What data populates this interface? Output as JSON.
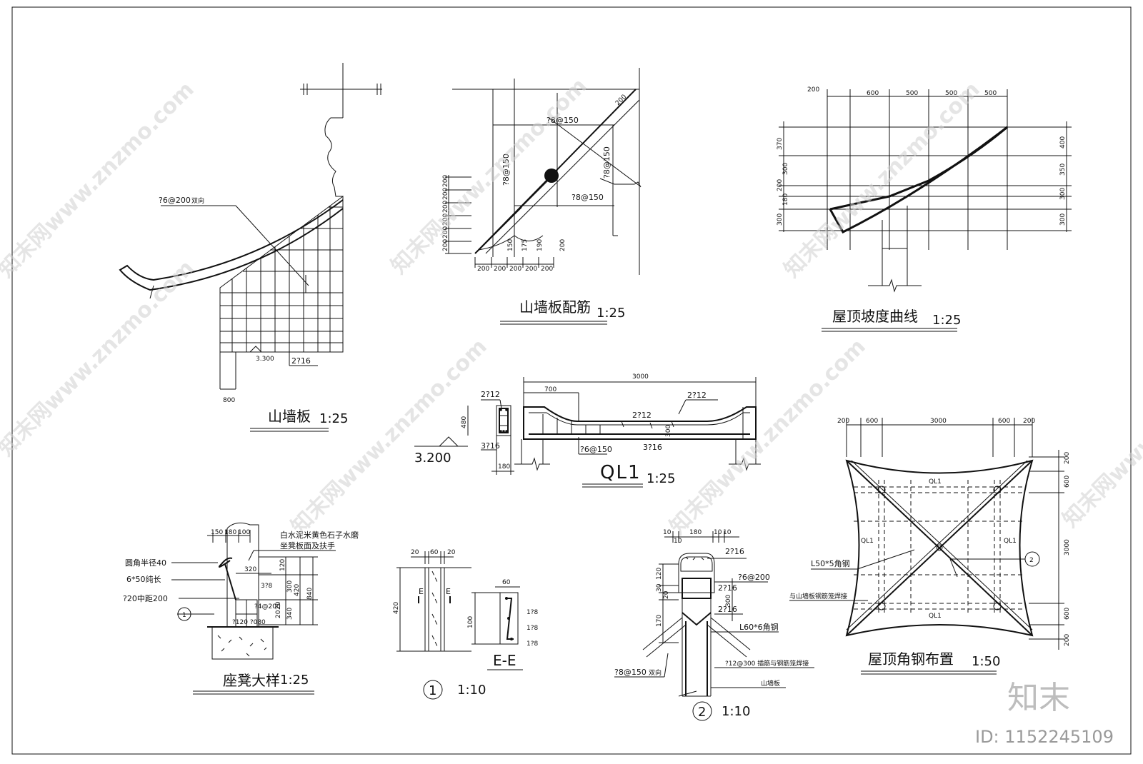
{
  "titles": {
    "gable": "山墙板",
    "gable_scale": "1:25",
    "gable_rebar": "山墙板配筋",
    "gable_rebar_scale": "1:25",
    "roof_curve": "屋顶坡度曲线",
    "roof_curve_scale": "1:25",
    "ql1": "QL1",
    "ql1_scale": "1:25",
    "bench": "座凳大样",
    "bench_scale": "1:25",
    "d1_num": "1",
    "d1_scale": "1:10",
    "ee": "E-E",
    "d2_num": "2",
    "d2_scale": "1:10",
    "roof_steel": "屋顶角钢布置",
    "roof_steel_scale": "1:50"
  },
  "gable": {
    "rebar": "?6@200",
    "rebar_note": "双向",
    "bar": "2?16",
    "elev": "3.300",
    "dim": "800"
  },
  "gable_rebar": {
    "r1": "?8@150",
    "r2": "?8@150",
    "r3": "?8@150",
    "r4": "?8@150",
    "top": "200",
    "left_dims": [
      "200",
      "200",
      "200",
      "200",
      "200",
      "200"
    ],
    "bottom_dims": [
      "200",
      "200",
      "200",
      "200",
      "200"
    ],
    "inner_dims": [
      "150",
      "175",
      "190",
      "200"
    ]
  },
  "roof_curve": {
    "top_first": "200",
    "top_dims": [
      "600",
      "500",
      "500",
      "500"
    ],
    "left_dims": [
      "370",
      "300",
      "200",
      "180",
      "300"
    ],
    "right_dims": [
      "400",
      "350",
      "300",
      "300"
    ]
  },
  "ql1": {
    "total": "3000",
    "left": "700",
    "b1": "2?12",
    "b2": "2?12",
    "b3": "2?12",
    "stir": "?6@150",
    "bot1": "3?16",
    "bot2": "3?16",
    "h1": "480",
    "h2": "300",
    "w": "180",
    "elev": "3.200"
  },
  "bench": {
    "note1": "白水泥米黄色石子水磨",
    "note2": "坐凳板面及扶手",
    "n_radius": "圆角半径40",
    "n_steel": "6*50纯长",
    "n_rebar": "?20中距200",
    "top_dims": [
      "150",
      "180",
      "100"
    ],
    "d320": "320",
    "d378": "3?8",
    "d14200": "?4@200",
    "d120": "?120 ?080",
    "right_dims": [
      "120",
      "300",
      "340",
      "840",
      "420"
    ],
    "sub_dims": [
      "20",
      "20"
    ],
    "detail_ref": "1"
  },
  "detail1": {
    "top_dims": [
      "20",
      "60",
      "20"
    ],
    "h": "420",
    "cut_left": "E",
    "cut_right": "E",
    "ee_w": "60",
    "ee_h": "100",
    "ee_bars": [
      "1?8",
      "1?8",
      "1?8"
    ]
  },
  "detail2": {
    "top_dims": [
      "10",
      "10",
      "180",
      "10",
      "10"
    ],
    "left_dims": [
      "120",
      "30",
      "20",
      "170"
    ],
    "r300": "300",
    "b1": "2?16",
    "b2": "2?16",
    "b3": "2?16",
    "stir": "?6@200",
    "angle": "L60*6角钢",
    "rebar": "?8@150",
    "rebar_note": "双向",
    "note": "?12@300 插筋与钢筋笼焊接",
    "gable": "山墙板"
  },
  "roof_steel": {
    "top_dims": [
      "200",
      "600",
      "3000",
      "600",
      "200"
    ],
    "right_dims": [
      "200",
      "600",
      "3000",
      "600",
      "200"
    ],
    "ql": [
      "QL1",
      "QL1",
      "QL1",
      "QL1"
    ],
    "angle": "L50*5角钢",
    "weld": "与山墙板钢筋笼焊接",
    "ref": "2"
  },
  "watermark": "知末网www.znzmo.com",
  "brand": "知末",
  "id": "ID: 1152245109"
}
